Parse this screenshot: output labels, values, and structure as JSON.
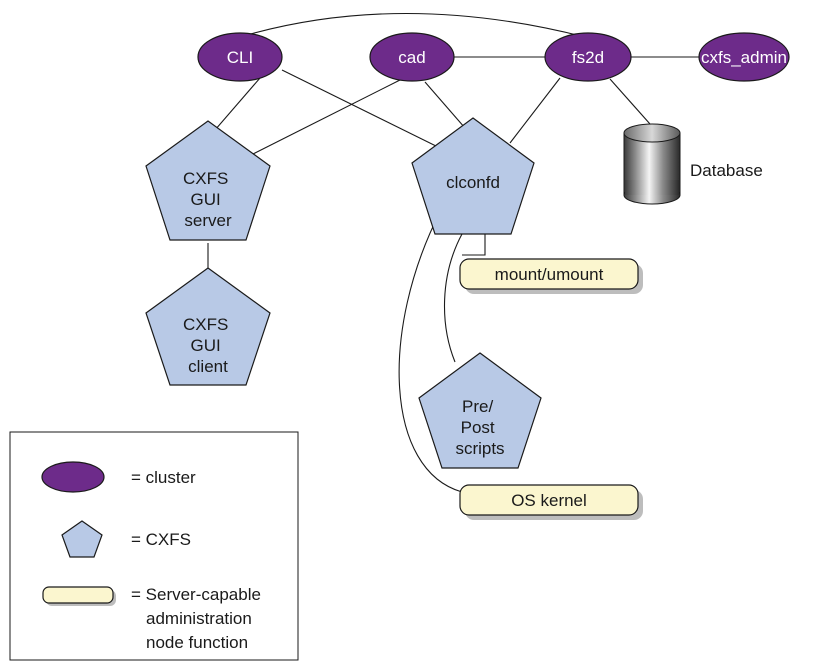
{
  "cluster_nodes": {
    "cli": "CLI",
    "cad": "cad",
    "fs2d": "fs2d",
    "cxfs_admin": "cxfs_admin"
  },
  "cxfs_nodes": {
    "gui_server": [
      "CXFS",
      "GUI",
      "server"
    ],
    "clconfd": "clconfd",
    "gui_client": [
      "CXFS",
      "GUI",
      "client"
    ],
    "scripts": [
      "Pre/",
      "Post",
      "scripts"
    ]
  },
  "admin_functions": {
    "mount": "mount/umount",
    "kernel": "OS kernel"
  },
  "database": "Database",
  "legend": {
    "cluster": "= cluster",
    "cxfs": "= CXFS",
    "admin": [
      "= Server-capable",
      "administration",
      "node function"
    ]
  },
  "colors": {
    "cluster": "#6d2b8a",
    "cxfs": "#b8c9e6",
    "admin": "#fbf6cf"
  }
}
